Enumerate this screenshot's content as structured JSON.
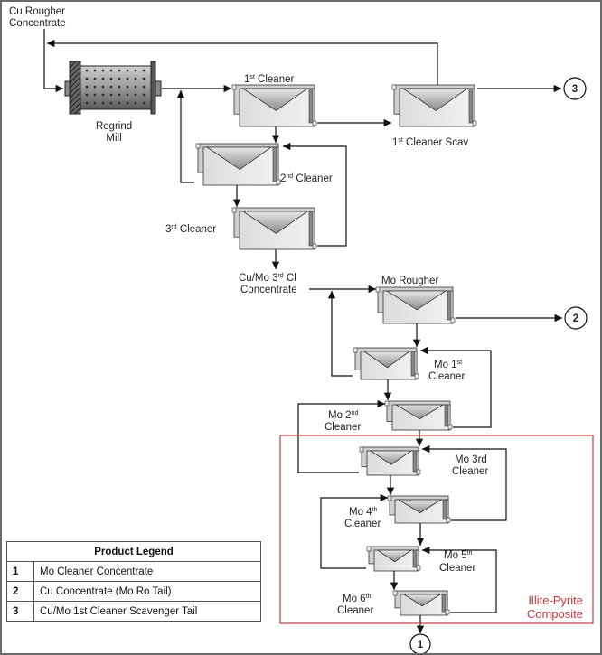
{
  "feed_label": [
    "Cu Rougher",
    "Concentrate"
  ],
  "mill_label": [
    "Regrind",
    "Mill"
  ],
  "cells": {
    "cleaner1": {
      "num": "1",
      "sup": "st",
      "rest": " Cleaner"
    },
    "cleaner1_scav": {
      "num": "1",
      "sup": "st",
      "rest": " Cleaner Scav"
    },
    "cleaner2": {
      "num": "2",
      "sup": "nd",
      "rest": " Cleaner"
    },
    "cleaner3": {
      "num": "3",
      "sup": "rd",
      "rest": " Cleaner"
    },
    "cu_mo_conc": {
      "line1_a": "Cu/Mo 3",
      "line1_sup": "rd",
      "line1_b": " Cl",
      "line2": "Concentrate"
    },
    "mo_rougher": {
      "label": "Mo Rougher"
    },
    "mo1": {
      "a": "Mo 1",
      "sup": "st",
      "b": "Cleaner"
    },
    "mo2": {
      "a": "Mo 2",
      "sup": "nd",
      "b": "Cleaner"
    },
    "mo3": {
      "a": "Mo 3rd",
      "b": "Cleaner"
    },
    "mo4": {
      "a": "Mo 4",
      "sup": "th",
      "b": "Cleaner"
    },
    "mo5": {
      "a": "Mo 5",
      "sup": "th",
      "b": "Cleaner"
    },
    "mo6": {
      "a": "Mo 6",
      "sup": "th",
      "b": "Cleaner"
    }
  },
  "products": {
    "p1": "1",
    "p2": "2",
    "p3": "3"
  },
  "composite_label": [
    "Illite-Pyrite",
    "Composite"
  ],
  "legend": {
    "title": "Product Legend",
    "rows": [
      {
        "num": "1",
        "label": "Mo Cleaner Concentrate"
      },
      {
        "num": "2",
        "label": "Cu Concentrate (Mo Ro Tail)"
      },
      {
        "num": "3",
        "label": "Cu/Mo 1st Cleaner Scavenger Tail"
      }
    ]
  },
  "colors": {
    "composite_box": "#c83a3a",
    "line": "#111111",
    "cell_fill": "#e4e4e4"
  }
}
